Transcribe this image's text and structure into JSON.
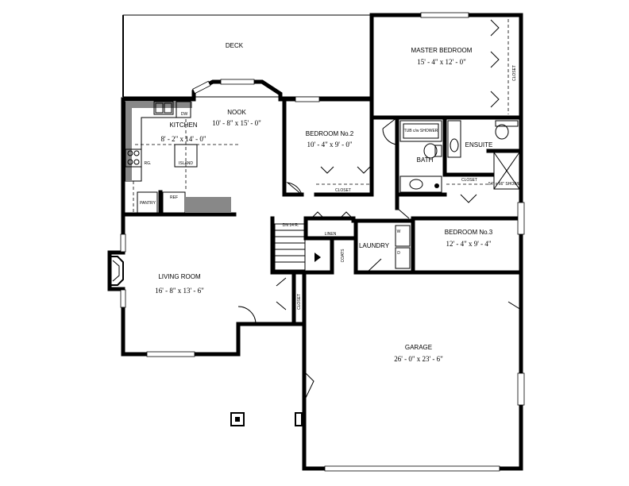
{
  "rooms": {
    "deck": {
      "name": "DECK"
    },
    "master_bedroom": {
      "name": "MASTER BEDROOM",
      "size": "15' - 4\" x 12' - 0\""
    },
    "nook": {
      "name": "NOOK",
      "size": "10' - 8\" x 15' - 0\""
    },
    "kitchen": {
      "name": "KITCHEN",
      "size": "8' - 2\" x 14' - 0\""
    },
    "bedroom2": {
      "name": "BEDROOM No.2",
      "size": "10' - 4\" x 9' - 0\""
    },
    "bedroom3": {
      "name": "BEDROOM No.3",
      "size": "12' - 4\" x 9' - 4\""
    },
    "living_room": {
      "name": "LIVING ROOM",
      "size": "16' - 8\" x 13' - 6\""
    },
    "garage": {
      "name": "GARAGE",
      "size": "26' - 0\" x 23' - 6\""
    },
    "ensuite": {
      "name": "ENSUITE"
    },
    "bath": {
      "name": "BATH"
    },
    "laundry": {
      "name": "LAUNDRY"
    }
  },
  "labels": {
    "island": "ISLAND",
    "dw": "DW",
    "rg": "RG.",
    "ref": "REF",
    "pantry": "PANTRY",
    "closet": "CLOSET",
    "linen": "LINEN",
    "coats": "COATS",
    "tub_shower": "TUB c/w SHOWER",
    "stair": "DN 14 R.",
    "shower": "54\" x 66\" SHOWER",
    "w": "W",
    "d": "D"
  }
}
